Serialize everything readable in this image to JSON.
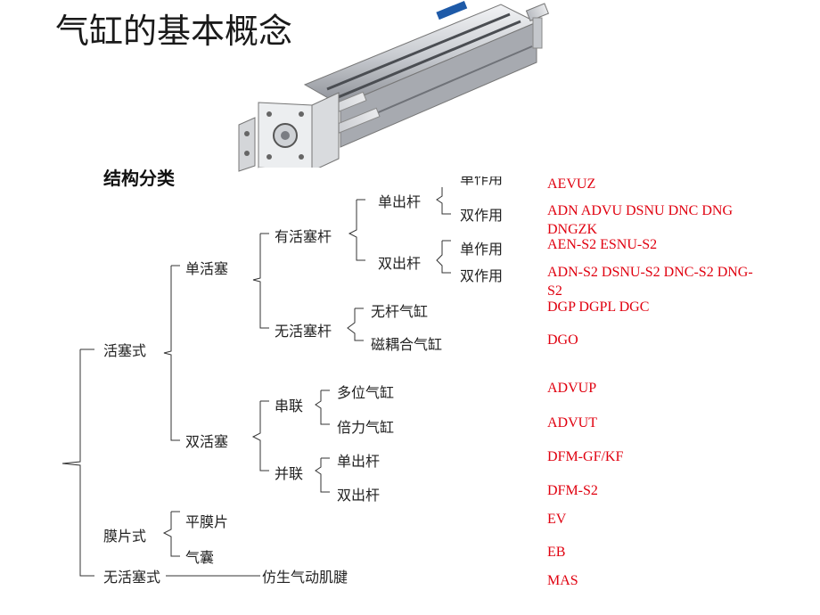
{
  "title": "气缸的基本概念",
  "subtitle": "结构分类",
  "tree": {
    "root_piston": "活塞式",
    "single_piston": "单活塞",
    "with_rod": "有活塞杆",
    "single_rod": "单出杆",
    "single_acting_cut": "单作用",
    "double_acting": "双作用",
    "double_rod": "双出杆",
    "dr_single_acting": "单作用",
    "dr_double_acting": "双作用",
    "rodless": "无活塞杆",
    "rodless_cyl": "无杆气缸",
    "magnetic": "磁耦合气缸",
    "double_piston": "双活塞",
    "series": "串联",
    "multi_pos": "多位气缸",
    "force_mult": "倍力气缸",
    "parallel": "并联",
    "p_single_rod": "单出杆",
    "p_double_rod": "双出杆",
    "diaphragm": "膜片式",
    "flat_diaphragm": "平膜片",
    "bellows": "气囊",
    "pistonless": "无活塞式",
    "muscle": "仿生气动肌腱"
  },
  "codes": {
    "c1": "AEVUZ",
    "c2": "ADN ADVU DSNU DNC DNG",
    "c2b": "DNGZK",
    "c3": "AEN-S2  ESNU-S2",
    "c4": "ADN-S2  DSNU-S2 DNC-S2 DNG-",
    "c4b": "S2",
    "c5": "DGP DGPL  DGC",
    "c6": "DGO",
    "c7": "ADVUP",
    "c8": "ADVUT",
    "c9": "DFM-GF/KF",
    "c10": "DFM-S2",
    "c11": "EV",
    "c12": "EB",
    "c13": "MAS"
  },
  "colors": {
    "code": "#e0000f",
    "text": "#222222"
  }
}
